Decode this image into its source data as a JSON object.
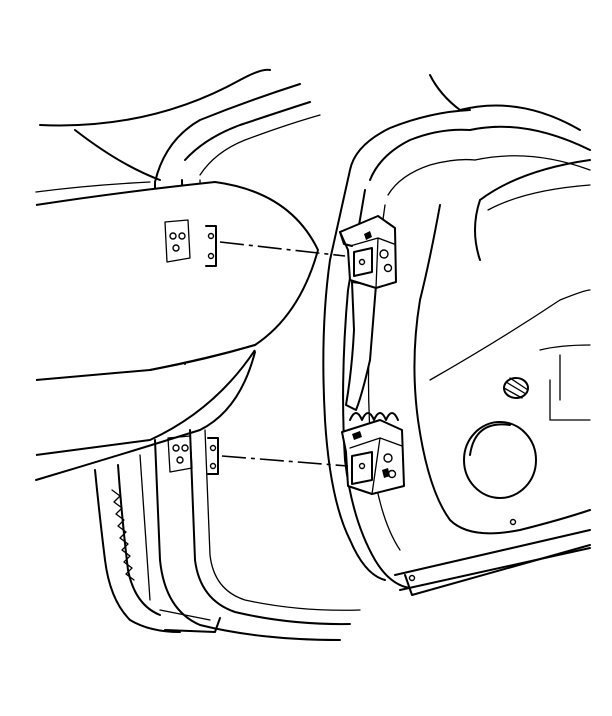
{
  "figure": {
    "kind": "line-art",
    "subject": "door-hinge-installation",
    "hinges": [
      {
        "id": "upper-hinge"
      },
      {
        "id": "lower-hinge"
      }
    ],
    "ink_color": "#000000",
    "background_color": "#ffffff"
  }
}
